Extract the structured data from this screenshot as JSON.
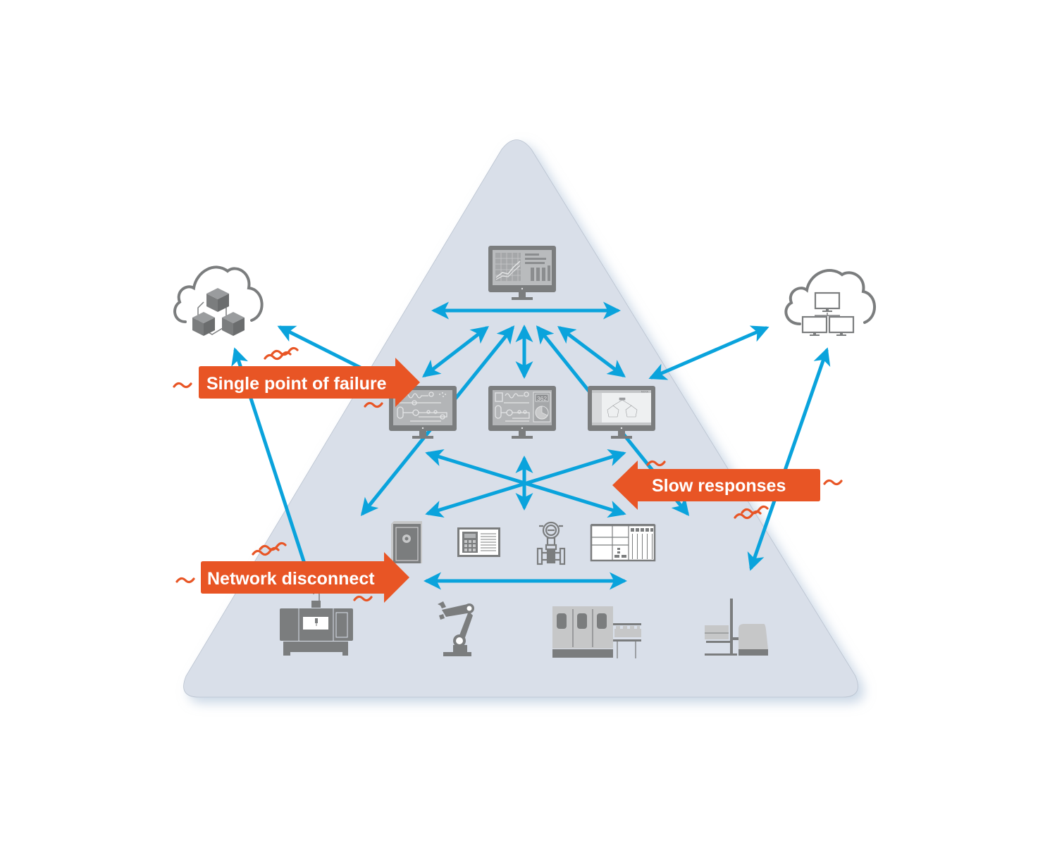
{
  "diagram": {
    "type": "network-topology-pyramid",
    "colors": {
      "pyramid_fill": "#d9dfe9",
      "pyramid_shadow": "#b8c8dc",
      "connector": "#0aa3dc",
      "callout": "#e85525",
      "callout_text": "#ffffff",
      "icon_dark": "#7b7d7e",
      "icon_light": "#c6c7c8",
      "icon_screen": "#b3b5b7"
    },
    "nodes": {
      "top": {
        "id": "analytics-monitor",
        "icon": "monitor-dashboard-chart-icon"
      },
      "middle": [
        {
          "id": "scada-left",
          "icon": "monitor-process-diagram-icon"
        },
        {
          "id": "scada-center",
          "icon": "monitor-process-diagram-pie-icon",
          "display_value": "362"
        },
        {
          "id": "network-management",
          "icon": "monitor-network-topology-icon",
          "brand": "MOXA"
        }
      ],
      "field_devices": [
        {
          "id": "controller-box",
          "icon": "controller-box-icon"
        },
        {
          "id": "hmi-panel",
          "icon": "hmi-panel-icon"
        },
        {
          "id": "flow-meter",
          "icon": "flow-meter-icon"
        },
        {
          "id": "plc-rack",
          "icon": "plc-rack-icon"
        }
      ],
      "machines": [
        {
          "id": "cnc-machine",
          "icon": "cnc-machine-icon"
        },
        {
          "id": "robot-arm",
          "icon": "robot-arm-icon"
        },
        {
          "id": "bottling-line",
          "icon": "bottling-line-icon"
        },
        {
          "id": "forklift-agv",
          "icon": "forklift-icon"
        }
      ],
      "clouds": [
        {
          "id": "cloud-left",
          "icon": "cloud-cubes-icon"
        },
        {
          "id": "cloud-right",
          "icon": "cloud-computers-icon"
        }
      ]
    },
    "callouts": [
      {
        "id": "single-point-of-failure",
        "label": "Single point of failure",
        "direction": "right"
      },
      {
        "id": "slow-responses",
        "label": "Slow responses",
        "direction": "left"
      },
      {
        "id": "network-disconnect",
        "label": "Network disconnect",
        "direction": "right"
      }
    ]
  }
}
